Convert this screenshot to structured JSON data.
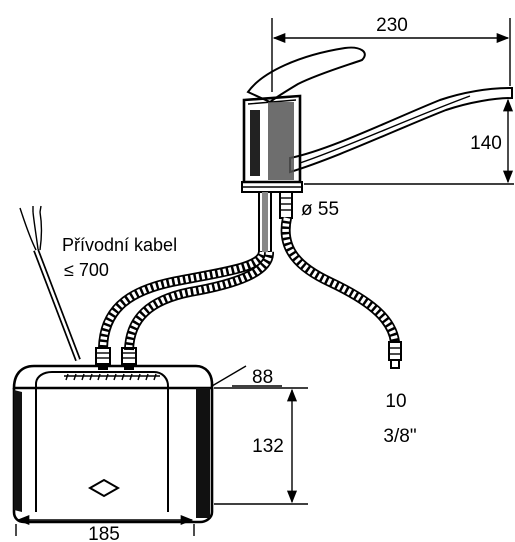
{
  "labels": {
    "faucet_reach": "230",
    "faucet_height": "140",
    "faucet_diameter": "ø 55",
    "cable_title": "Přívodní kabel",
    "cable_length": "≤ 700",
    "heater_depth": "88",
    "heater_height": "132",
    "heater_width": "185",
    "connection_size": "10",
    "connection_thread": "3/8\""
  }
}
